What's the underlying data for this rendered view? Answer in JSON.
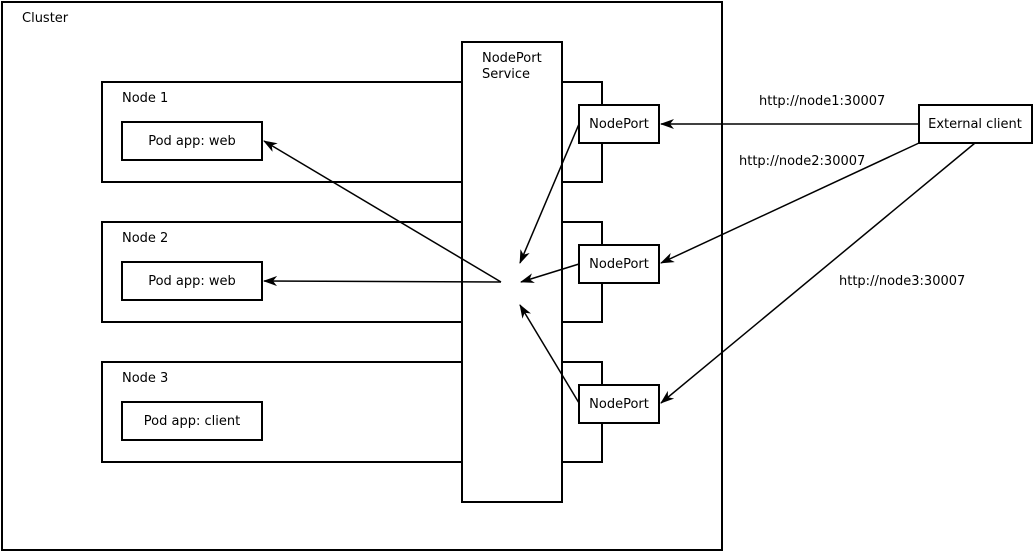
{
  "colors": {
    "stroke": "#000000",
    "background": "#ffffff"
  },
  "cluster": {
    "label": "Cluster"
  },
  "nodes": [
    {
      "label": "Node 1",
      "pod": "Pod app: web"
    },
    {
      "label": "Node 2",
      "pod": "Pod app: web"
    },
    {
      "label": "Node 3",
      "pod": "Pod app: client"
    }
  ],
  "service": {
    "line1": "NodePort",
    "line2": "Service"
  },
  "nodeports": [
    {
      "label": "NodePort"
    },
    {
      "label": "NodePort"
    },
    {
      "label": "NodePort"
    }
  ],
  "external": {
    "label": "External client"
  },
  "urls": [
    "http://node1:30007",
    "http://node2:30007",
    "http://node3:30007"
  ]
}
